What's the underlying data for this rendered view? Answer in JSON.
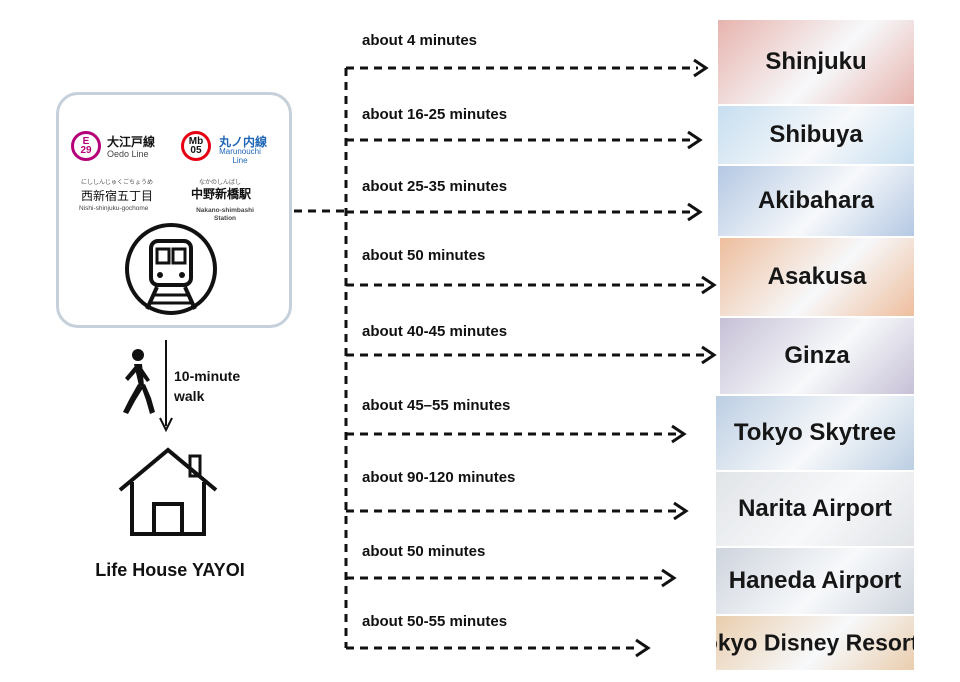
{
  "station": {
    "oedo_badge_letter": "E",
    "oedo_badge_number": "29",
    "oedo_line_jp": "大江戸線",
    "oedo_line_en": "Oedo Line",
    "maru_badge_letter": "Mb",
    "maru_badge_number": "05",
    "maru_line_jp": "丸ノ内線",
    "maru_line_en": "Marunouchi Line",
    "station1_kana": "にししんじゅくごちょうめ",
    "station1_jp": "西新宿五丁目",
    "station1_en": "Nishi-shinjuku-gochome",
    "station2_kana": "なかのしんばし",
    "station2_jp": "中野新橋駅",
    "station2_en": "Nakano-shimbashi Station"
  },
  "walk": {
    "label": "10-minute walk"
  },
  "home": {
    "name": "Life House YAYOI"
  },
  "routes": [
    {
      "time": "about 4 minutes",
      "destination": "Shinjuku",
      "color": "#c0392b"
    },
    {
      "time": "about 16-25 minutes",
      "destination": "Shibuya",
      "color": "#6aa9d8"
    },
    {
      "time": "about 25-35 minutes",
      "destination": "Akibahara",
      "color": "#3b6fb6"
    },
    {
      "time": "about 50 minutes",
      "destination": "Asakusa",
      "color": "#d35400"
    },
    {
      "time": "about 40-45 minutes",
      "destination": "Ginza",
      "color": "#6b5b95"
    },
    {
      "time": "about 45–55 minutes",
      "destination": "Tokyo Skytree",
      "color": "#4f7fb5"
    },
    {
      "time": "about 90-120  minutes",
      "destination": "Narita Airport",
      "color": "#b0b7bf"
    },
    {
      "time": "about 50 minutes",
      "destination": "Haneda Airport",
      "color": "#7f8fa6"
    },
    {
      "time": "about 50-55 minutes",
      "destination": "Tokyo Disney Resort",
      "color": "#c77d2a"
    }
  ]
}
